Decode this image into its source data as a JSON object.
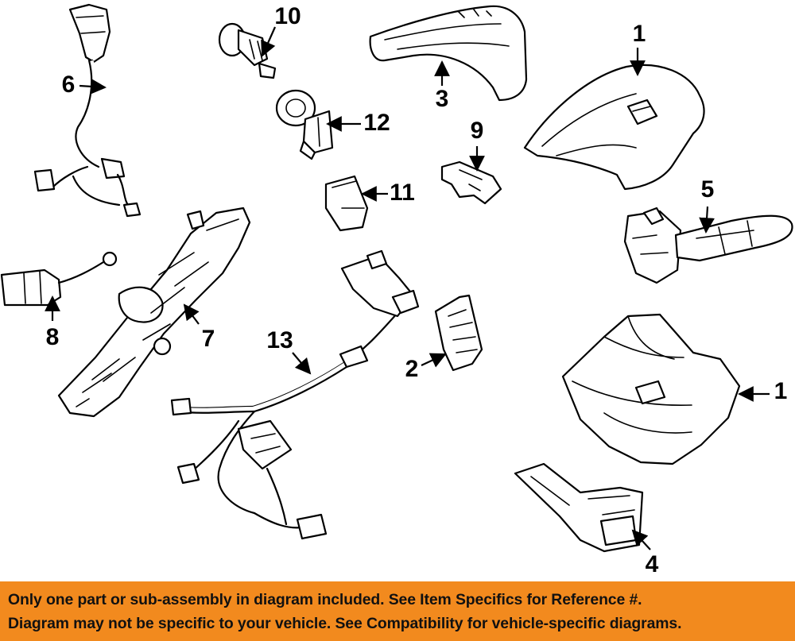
{
  "callouts": {
    "c1a": "1",
    "c1b": "1",
    "c2": "2",
    "c3": "3",
    "c4": "4",
    "c5": "5",
    "c6": "6",
    "c7": "7",
    "c8": "8",
    "c9": "9",
    "c10": "10",
    "c11": "11",
    "c12": "12",
    "c13": "13"
  },
  "banner": {
    "line1": "Only one part or sub-assembly in diagram included. See Item Specifics for Reference #.",
    "line2": "Diagram may not be specific to your vehicle. See Compatibility for vehicle-specific diagrams."
  },
  "colors": {
    "banner_bg": "#f28a1e",
    "line_art": "#000000",
    "background": "#ffffff"
  }
}
